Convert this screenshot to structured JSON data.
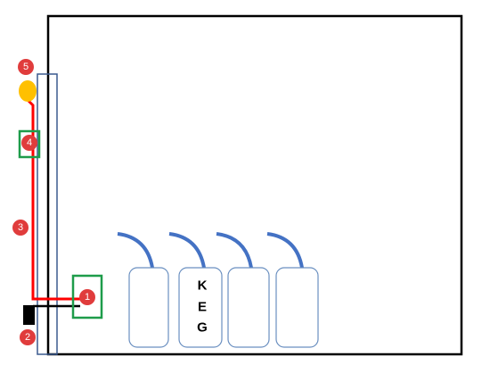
{
  "diagram": {
    "keg_letters": [
      "K",
      "E",
      "G"
    ],
    "callouts": [
      "1",
      "2",
      "3",
      "4",
      "5"
    ],
    "colors": {
      "enclosure": "#000000",
      "door_strip": "#3b5a8f",
      "wire_red": "#ff0000",
      "wire_black": "#000000",
      "callout_fill": "#e03c3c",
      "highlight_green": "#1e9c4a",
      "lamp": "#ffc000",
      "keg_outline": "#6a8fc0",
      "keg_hose": "#4472c4"
    }
  }
}
